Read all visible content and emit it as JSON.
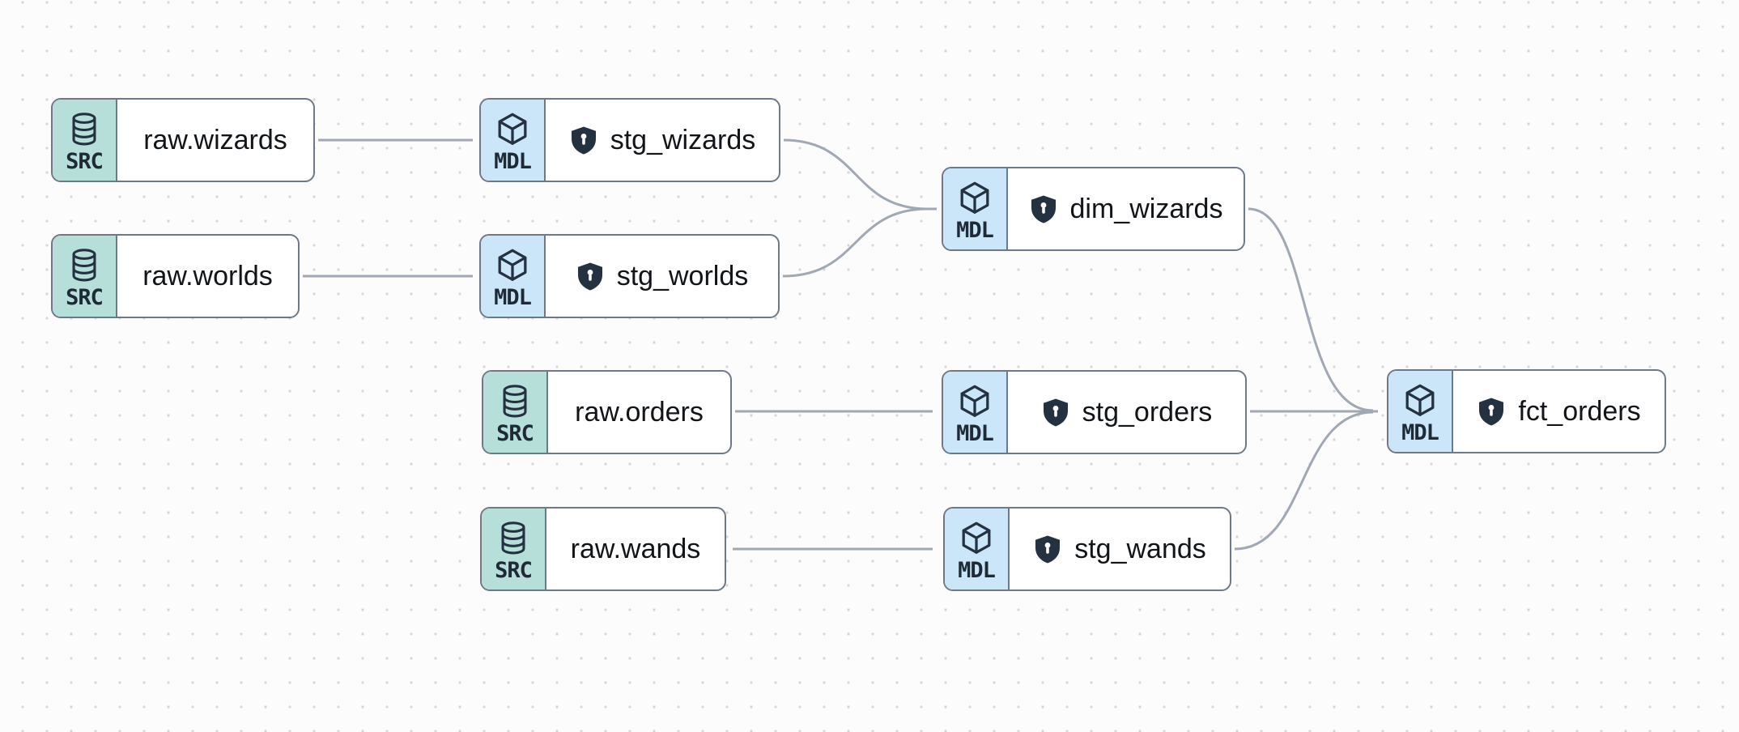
{
  "diagram": {
    "nodes": {
      "raw_wizards": {
        "badge": "SRC",
        "label": "raw.wizards",
        "kind": "source",
        "badge_icon": "database-icon"
      },
      "raw_worlds": {
        "badge": "SRC",
        "label": "raw.worlds",
        "kind": "source",
        "badge_icon": "database-icon"
      },
      "raw_orders": {
        "badge": "SRC",
        "label": "raw.orders",
        "kind": "source",
        "badge_icon": "database-icon"
      },
      "raw_wands": {
        "badge": "SRC",
        "label": "raw.wands",
        "kind": "source",
        "badge_icon": "database-icon"
      },
      "stg_wizards": {
        "badge": "MDL",
        "label": "stg_wizards",
        "kind": "model",
        "badge_icon": "cube-icon",
        "label_icon": "shield-icon"
      },
      "stg_worlds": {
        "badge": "MDL",
        "label": "stg_worlds",
        "kind": "model",
        "badge_icon": "cube-icon",
        "label_icon": "shield-icon"
      },
      "dim_wizards": {
        "badge": "MDL",
        "label": "dim_wizards",
        "kind": "model",
        "badge_icon": "cube-icon",
        "label_icon": "shield-icon"
      },
      "stg_orders": {
        "badge": "MDL",
        "label": "stg_orders",
        "kind": "model",
        "badge_icon": "cube-icon",
        "label_icon": "shield-icon"
      },
      "stg_wands": {
        "badge": "MDL",
        "label": "stg_wands",
        "kind": "model",
        "badge_icon": "cube-icon",
        "label_icon": "shield-icon"
      },
      "fct_orders": {
        "badge": "MDL",
        "label": "fct_orders",
        "kind": "model",
        "badge_icon": "cube-icon",
        "label_icon": "shield-icon"
      }
    },
    "edges": [
      {
        "from": "raw.wizards",
        "to": "stg_wizards"
      },
      {
        "from": "raw.worlds",
        "to": "stg_worlds"
      },
      {
        "from": "stg_wizards",
        "to": "dim_wizards"
      },
      {
        "from": "stg_worlds",
        "to": "dim_wizards"
      },
      {
        "from": "raw.orders",
        "to": "stg_orders"
      },
      {
        "from": "raw.wands",
        "to": "stg_wands"
      },
      {
        "from": "dim_wizards",
        "to": "fct_orders"
      },
      {
        "from": "stg_orders",
        "to": "fct_orders"
      },
      {
        "from": "stg_wands",
        "to": "fct_orders"
      }
    ],
    "colors": {
      "source_badge": "#b6dfd9",
      "model_badge": "#cbe6f8",
      "node_border": "#6e7987",
      "edge": "#a0a8b4",
      "text": "#111418",
      "icon": "#243140",
      "background": "#fcfcfd",
      "grid_dot": "#d7d8da"
    }
  }
}
